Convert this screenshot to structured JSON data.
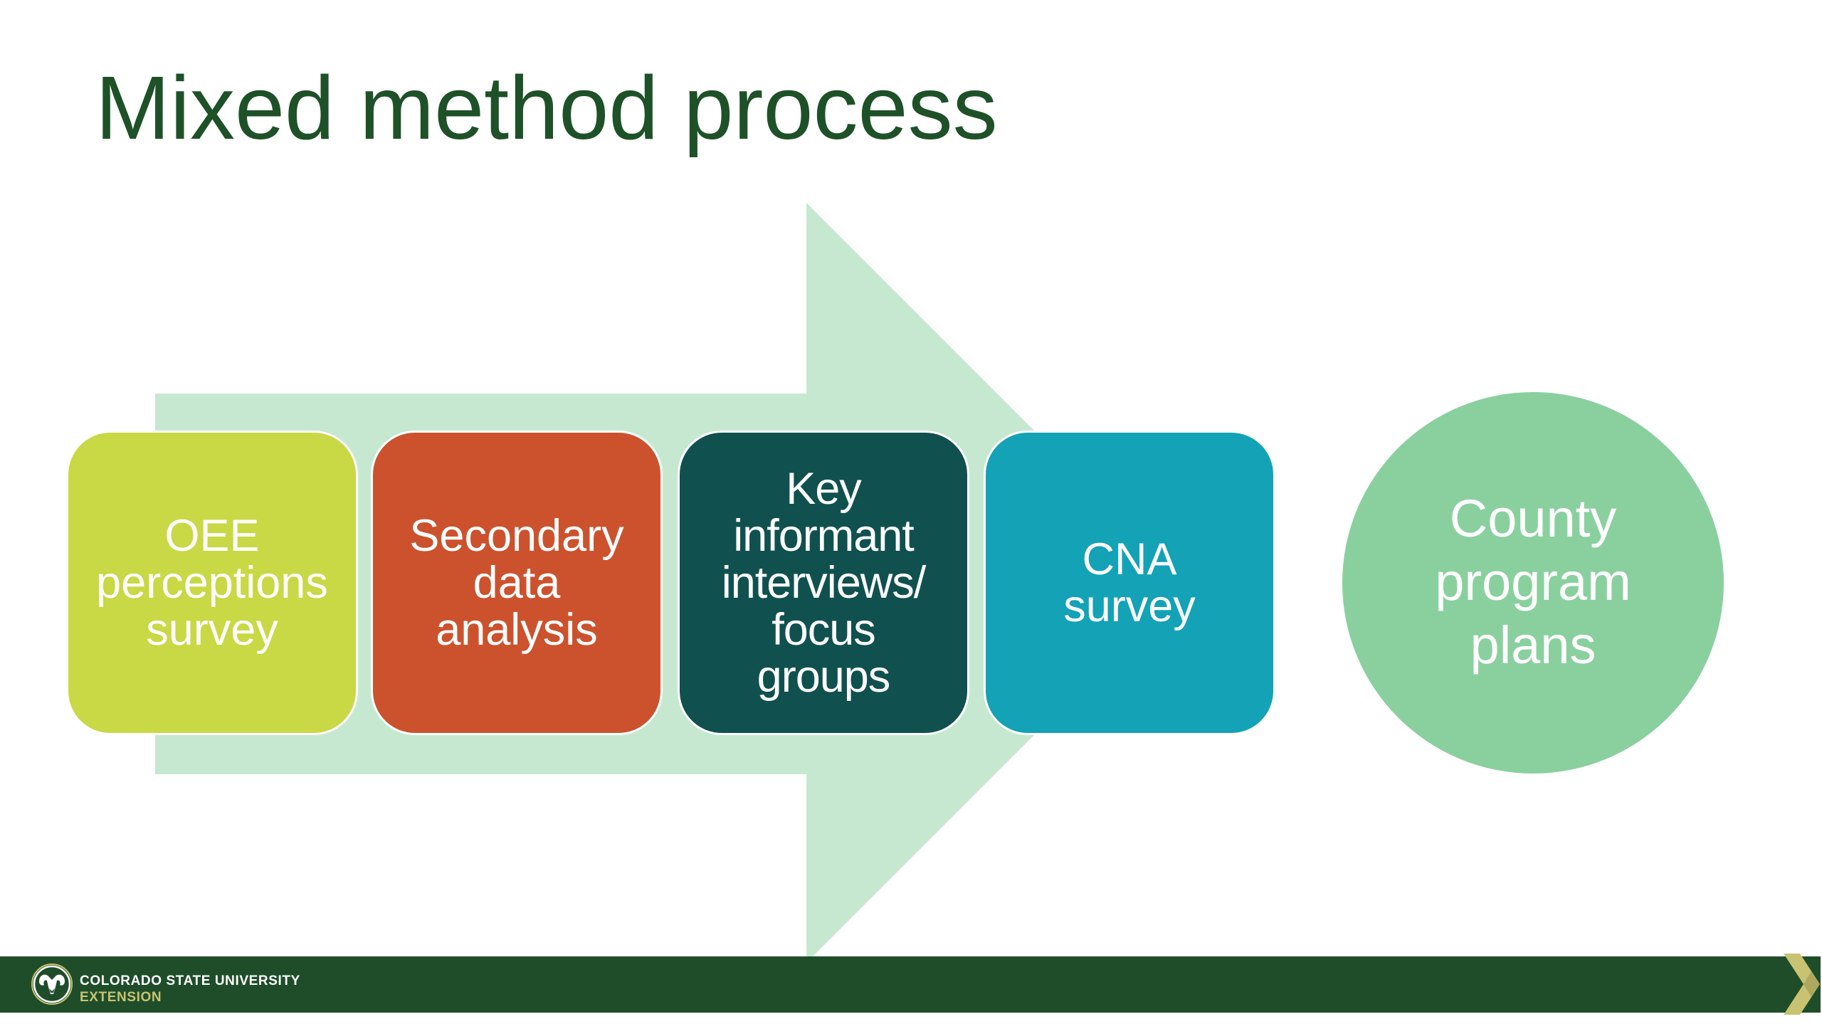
{
  "slide": {
    "title": "Mixed method process"
  },
  "colors": {
    "title": "#1e5128",
    "arrow": "#c6e8d1",
    "footer_bar": "#1f4d2a",
    "footer_accent": "#c8c372",
    "text_on_shapes": "#ffffff"
  },
  "process": {
    "steps": [
      {
        "label": "OEE\nperceptions\nsurvey",
        "color": "#c9d845"
      },
      {
        "label": "Secondary\ndata\nanalysis",
        "color": "#cc522e"
      },
      {
        "label": "Key\ninformant\ninterviews/\nfocus\ngroups",
        "color": "#10514f"
      },
      {
        "label": "CNA\nsurvey",
        "color": "#13a2b6"
      }
    ],
    "outcome": {
      "label": "County\nprogram\nplans",
      "color": "#8ad09f"
    }
  },
  "footer": {
    "org_name": "COLORADO STATE UNIVERSITY",
    "unit_name": "EXTENSION",
    "org_name_color": "#ffffff",
    "unit_name_color": "#c8c372",
    "logo_icon": "ram-head-logo-icon",
    "nav_icon": "chevron-right-icon"
  }
}
